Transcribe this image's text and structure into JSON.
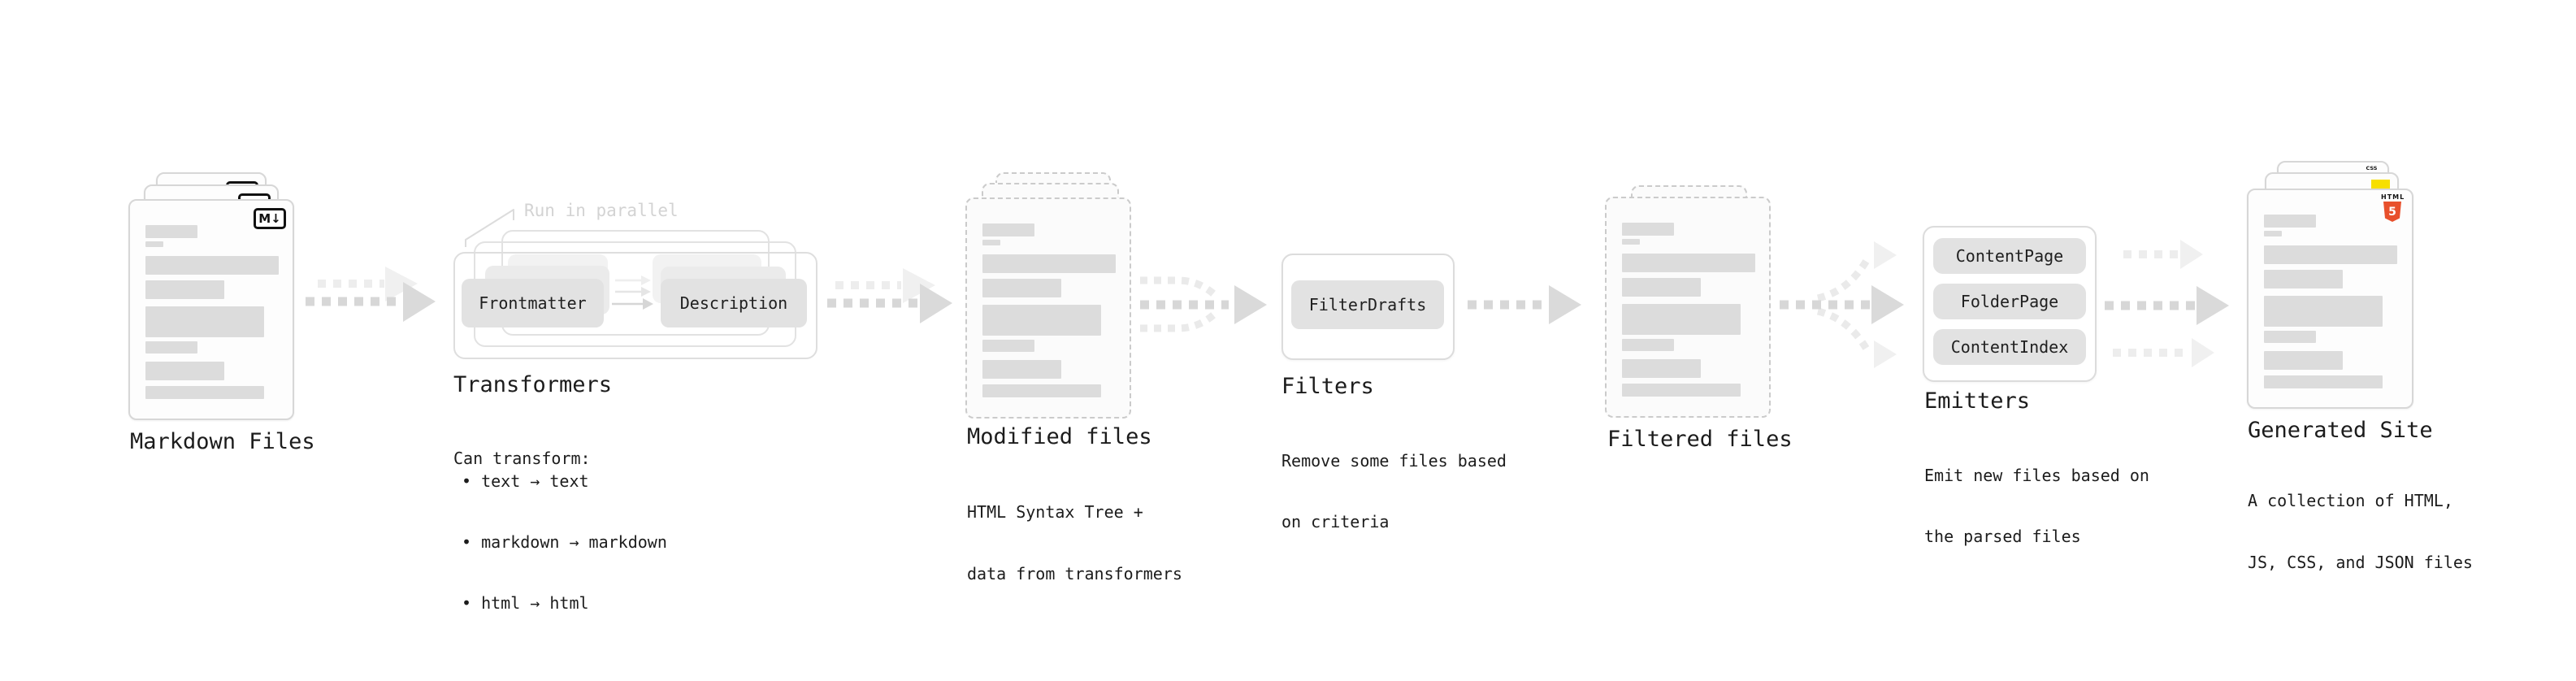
{
  "diagram": {
    "stage_markdown": {
      "title": "Markdown Files"
    },
    "stage_transformers": {
      "annotation": "Run in parallel",
      "box_frontmatter": "Frontmatter",
      "box_description": "Description",
      "title": "Transformers",
      "desc_heading": "Can transform:",
      "bullet_1": "• text → text",
      "bullet_2": "• markdown → markdown",
      "bullet_3": "• html → html"
    },
    "stage_modified": {
      "title": "Modified files",
      "desc_line1": "HTML Syntax Tree +",
      "desc_line2": "data from transformers"
    },
    "stage_filters": {
      "title": "Filters",
      "box_filterdrafts": "FilterDrafts",
      "desc_line1": "Remove some files based",
      "desc_line2": "on criteria"
    },
    "stage_filtered": {
      "title": "Filtered files"
    },
    "stage_emitters": {
      "title": "Emitters",
      "box_contentpage": "ContentPage",
      "box_folderpage": "FolderPage",
      "box_contentindex": "ContentIndex",
      "desc_line1": "Emit new files based on",
      "desc_line2": "the parsed files"
    },
    "stage_generated": {
      "title": "Generated Site",
      "desc_line1": "A collection of HTML,",
      "desc_line2": "JS, CSS, and JSON files"
    },
    "badges": {
      "markdown": "M↓",
      "html5_label": "HTML",
      "html5_number": "5",
      "css_label": "CSS"
    },
    "colors": {
      "arrow_main": "#d7d7d7",
      "arrow_ghost": "#ededed",
      "node_fill": "#e2e2e2",
      "skeleton_bar": "#dcdcdc",
      "page_border": "#d7d7d7",
      "dashed_border": "#cbcbcb",
      "text": "#1c1c1c",
      "muted_annotation": "#d3d3d3",
      "html5_orange": "#e8502c",
      "js_yellow": "#f7df00",
      "css_blue": "#2b63f1"
    }
  }
}
